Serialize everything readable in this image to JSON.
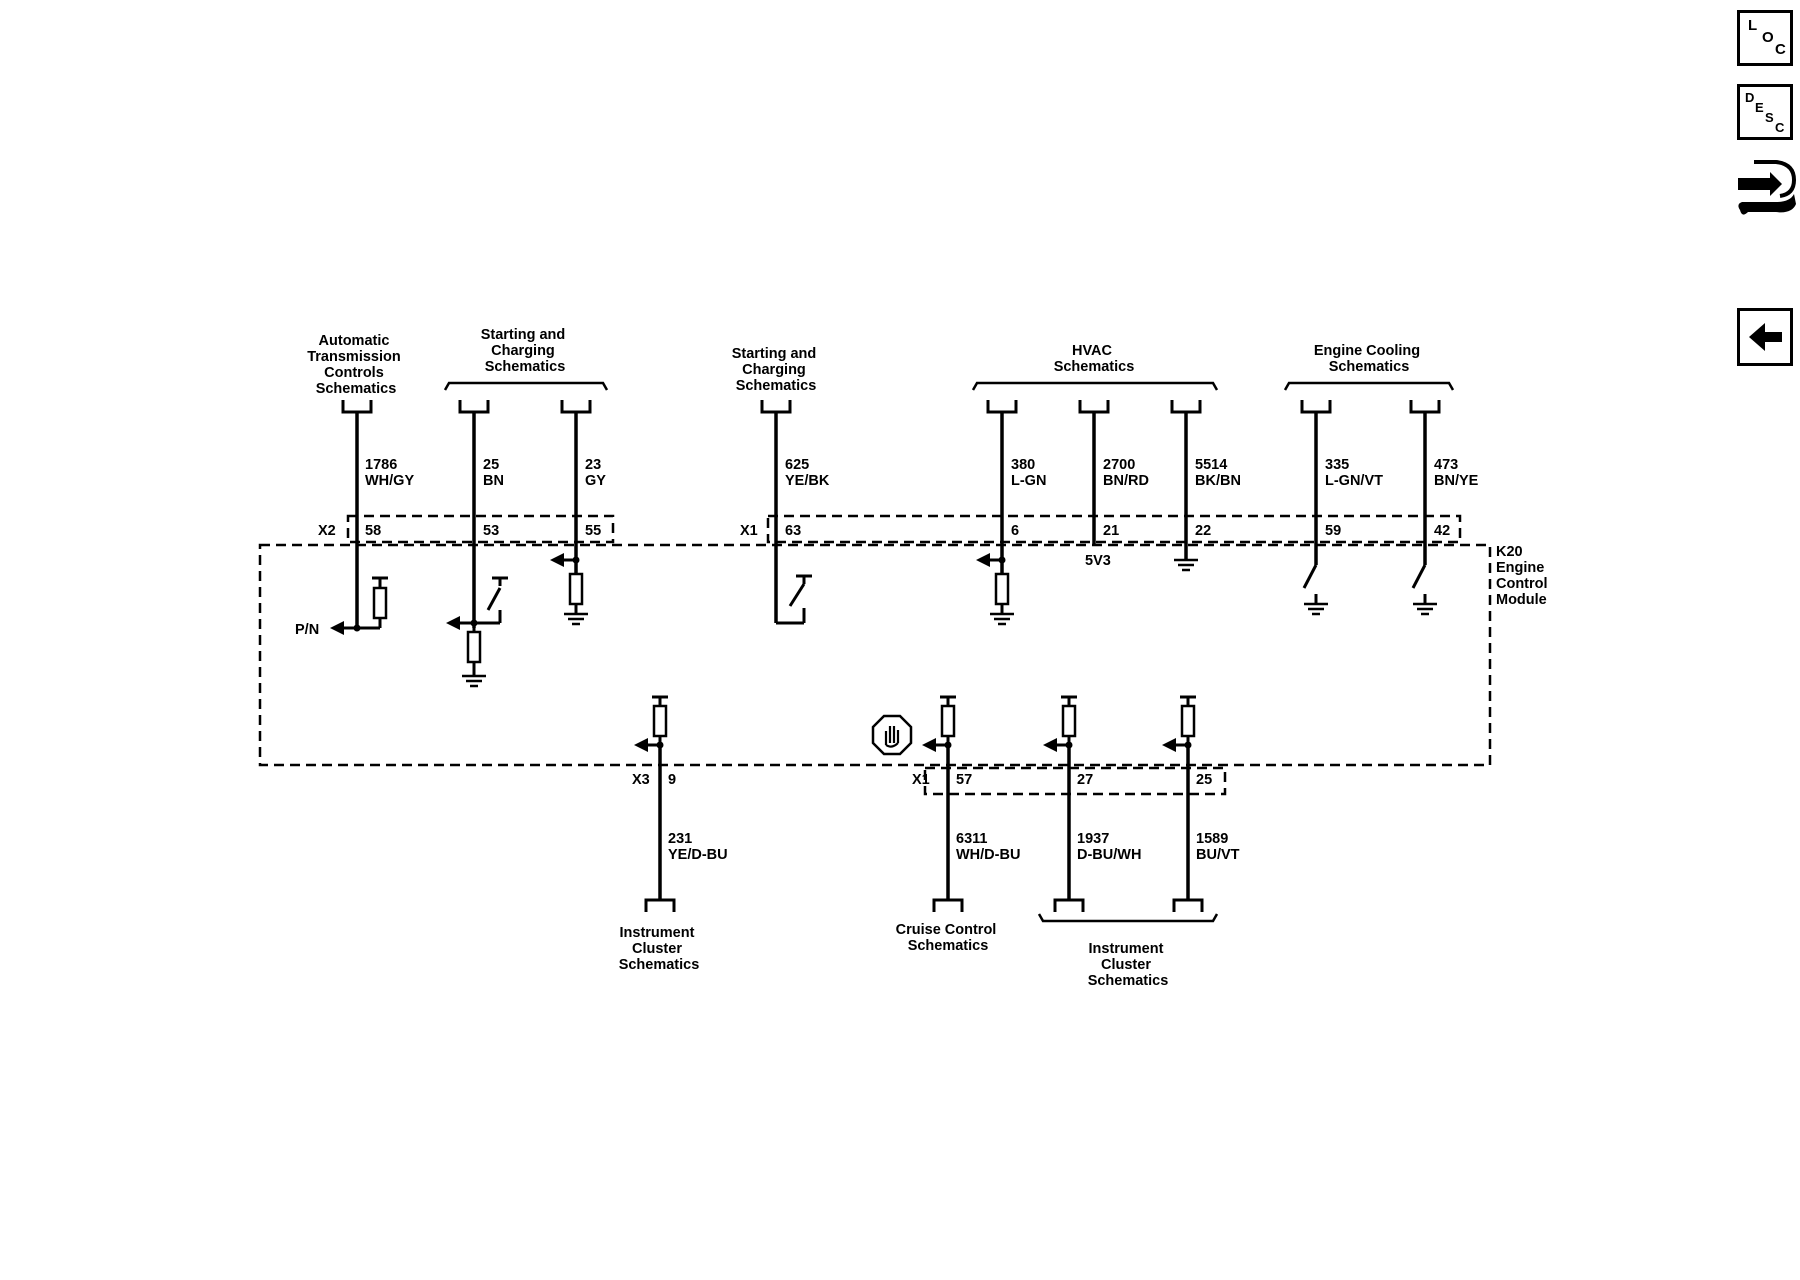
{
  "nav": {
    "loc": {
      "l1": "L",
      "l2": "O",
      "l3": "C"
    },
    "desc": {
      "l1": "D",
      "l2": "E",
      "l3": "S",
      "l4": "C"
    }
  },
  "headers": {
    "atc": [
      "Automatic",
      "Transmission",
      "Controls",
      "Schematics"
    ],
    "sc1": [
      "Starting and",
      "Charging",
      "Schematics"
    ],
    "sc2": [
      "Starting and",
      "Charging",
      "Schematics"
    ],
    "hvac": [
      "HVAC",
      "Schematics"
    ],
    "cool": [
      "Engine Cooling",
      "Schematics"
    ],
    "ic1": [
      "Instrument",
      "Cluster",
      "Schematics"
    ],
    "cruise": [
      "Cruise Control",
      "Schematics"
    ],
    "ic2": [
      "Instrument",
      "Cluster",
      "Schematics"
    ]
  },
  "wires": {
    "w1786": {
      "circuit": "1786",
      "color": "WH/GY",
      "pin": "58"
    },
    "w25": {
      "circuit": "25",
      "color": "BN",
      "pin": "53"
    },
    "w23": {
      "circuit": "23",
      "color": "GY",
      "pin": "55"
    },
    "w625": {
      "circuit": "625",
      "color": "YE/BK",
      "pin": "63"
    },
    "w380": {
      "circuit": "380",
      "color": "L-GN",
      "pin": "6"
    },
    "w2700": {
      "circuit": "2700",
      "color": "BN/RD",
      "pin": "21"
    },
    "w5514": {
      "circuit": "5514",
      "color": "BK/BN",
      "pin": "22"
    },
    "w335": {
      "circuit": "335",
      "color": "L-GN/VT",
      "pin": "59"
    },
    "w473": {
      "circuit": "473",
      "color": "BN/YE",
      "pin": "42"
    },
    "w231": {
      "circuit": "231",
      "color": "YE/D-BU",
      "pin": "9"
    },
    "w6311": {
      "circuit": "6311",
      "color": "WH/D-BU",
      "pin": "57"
    },
    "w1937": {
      "circuit": "1937",
      "color": "D-BU/WH",
      "pin": "27"
    },
    "w1589": {
      "circuit": "1589",
      "color": "BU/VT",
      "pin": "25"
    }
  },
  "connectors": {
    "x2": "X2",
    "x1_top": "X1",
    "x3": "X3",
    "x1_bottom": "X1"
  },
  "module": [
    "K20",
    "Engine",
    "Control",
    "Module"
  ],
  "labels": {
    "pn": "P/N",
    "v5": "5V3"
  }
}
